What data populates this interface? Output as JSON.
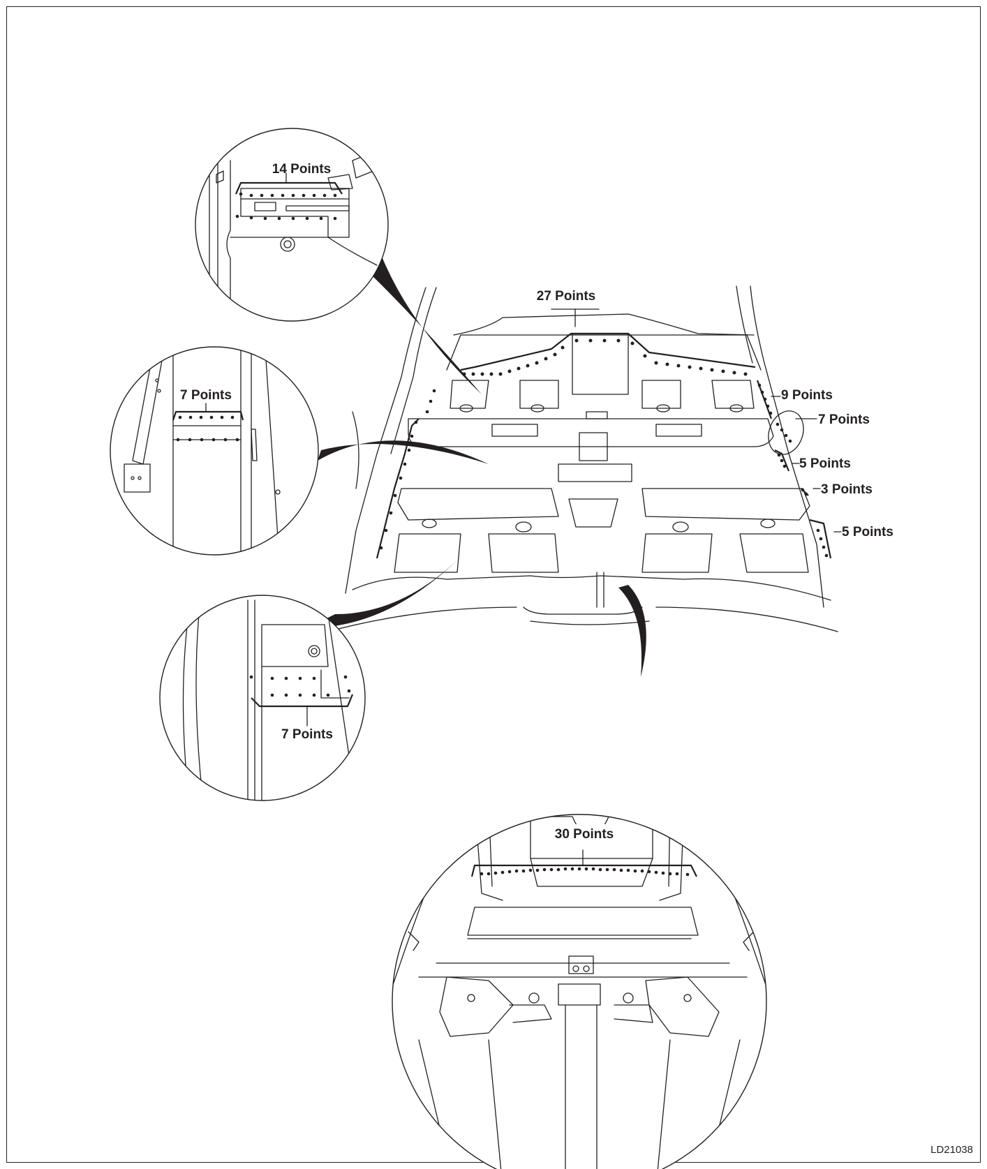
{
  "figure_code": "LD21038",
  "callouts": {
    "rear_top": "27 Points",
    "right_9": "9 Points",
    "right_7": "7 Points",
    "right_5a": "5 Points",
    "right_3": "3 Points",
    "right_5b": "5 Points"
  },
  "detail_views": {
    "top_left": "14 Points",
    "mid_left": "7 Points",
    "lower_left": "7 Points",
    "bottom_right": "30 Points"
  },
  "colors": {
    "ink": "#231f20",
    "paper": "#ffffff"
  }
}
